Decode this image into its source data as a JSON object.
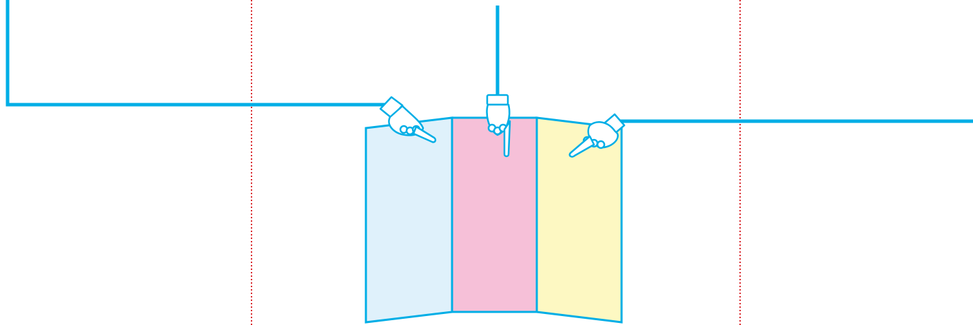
{
  "colors": {
    "background": "#ffffff",
    "connector": "#00aee6",
    "guide": "#d9262b",
    "panel_outline": "#00aee6",
    "panel_left_fill": "#dff1fb",
    "panel_center_fill": "#f6c0d8",
    "panel_right_fill": "#fdf8c2",
    "hand_fill": "#ffffff",
    "hand_outline": "#00aee6"
  },
  "icons": {
    "left_hand": "pointing-hand-icon",
    "center_hand": "pointing-down-hand-icon",
    "right_hand": "pointing-hand-icon"
  },
  "panels": [
    "left-panel",
    "center-panel",
    "right-panel"
  ]
}
